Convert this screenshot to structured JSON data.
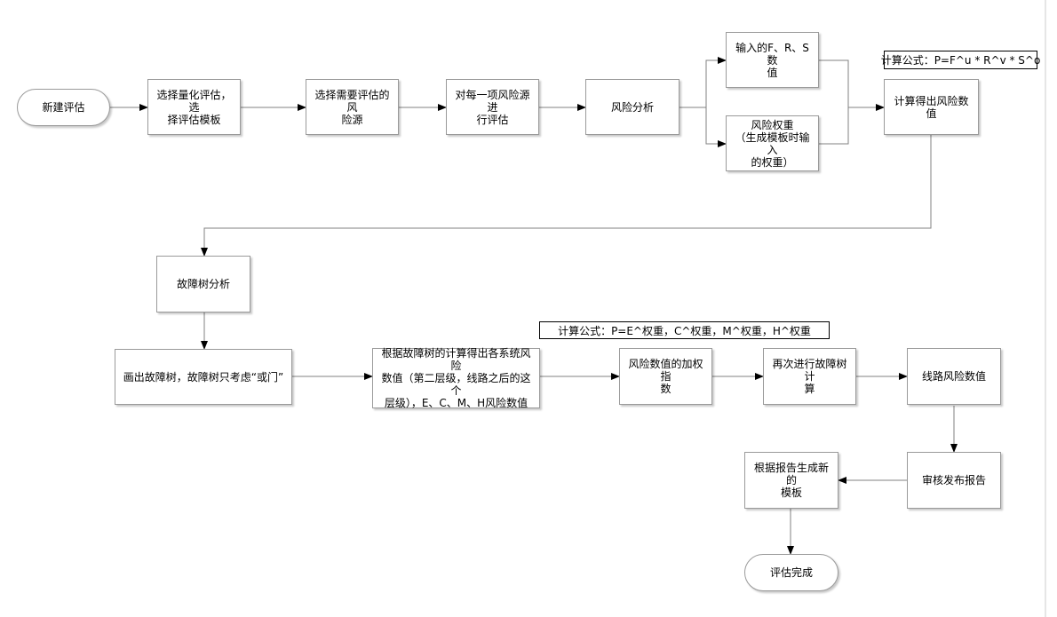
{
  "nodes": {
    "n_start": "新建评估",
    "n_template": "选择量化评估，选\n择评估模板",
    "n_source": "选择需要评估的风\n险源",
    "n_each": "对每一项风险源进\n行评估",
    "n_analysis": "风险分析",
    "n_input": "输入的F、R、S数\n值",
    "n_weight": "风险权重\n（生成模板时输入\n的权重）",
    "n_calc": "计算得出风险数值",
    "n_fta": "故障树分析",
    "n_draw": "画出故障树，故障树只考虑“或门”",
    "n_tree": "根据故障树的计算得出各系统风险\n数值（第二层级，线路之后的这个\n层级），E、C、M、H风险数值",
    "n_index": "风险数值的加权指\n数",
    "n_again": "再次进行故障树计\n算",
    "n_line": "线路风险数值",
    "n_review": "审核发布报告",
    "n_newtpl": "根据报告生成新的\n模板",
    "n_end": "评估完成"
  },
  "formulas": {
    "f1": "计算公式：P=F^u * R^v * S^o",
    "f2": "计算公式：P=E^权重，C^权重，M^权重，H^权重"
  },
  "colors": {
    "line": "#808080",
    "arrow": "#000000",
    "border": "#9a9a9a"
  }
}
